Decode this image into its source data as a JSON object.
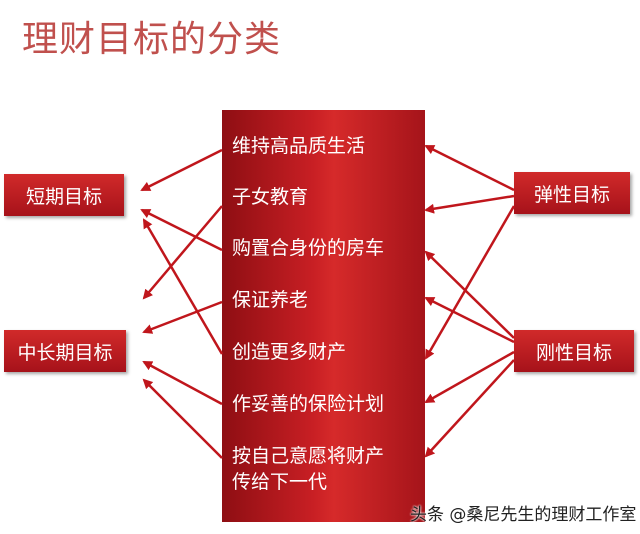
{
  "title": "理财目标的分类",
  "center_items": [
    "维持高品质生活",
    "子女教育",
    "购置合身份的房车",
    "保证养老",
    "创造更多财产",
    "作妥善的保险计划",
    "按自己意愿将财产",
    "传给下一代"
  ],
  "left_boxes": [
    "短期目标",
    "中长期目标"
  ],
  "right_boxes": [
    "弹性目标",
    "刚性目标"
  ],
  "watermark": "头条 @桑尼先生的理财工作室",
  "colors": {
    "title": "#c0504d",
    "panel": "#c81f24",
    "box": "#bf1e24",
    "arrow": "#c0161c"
  }
}
